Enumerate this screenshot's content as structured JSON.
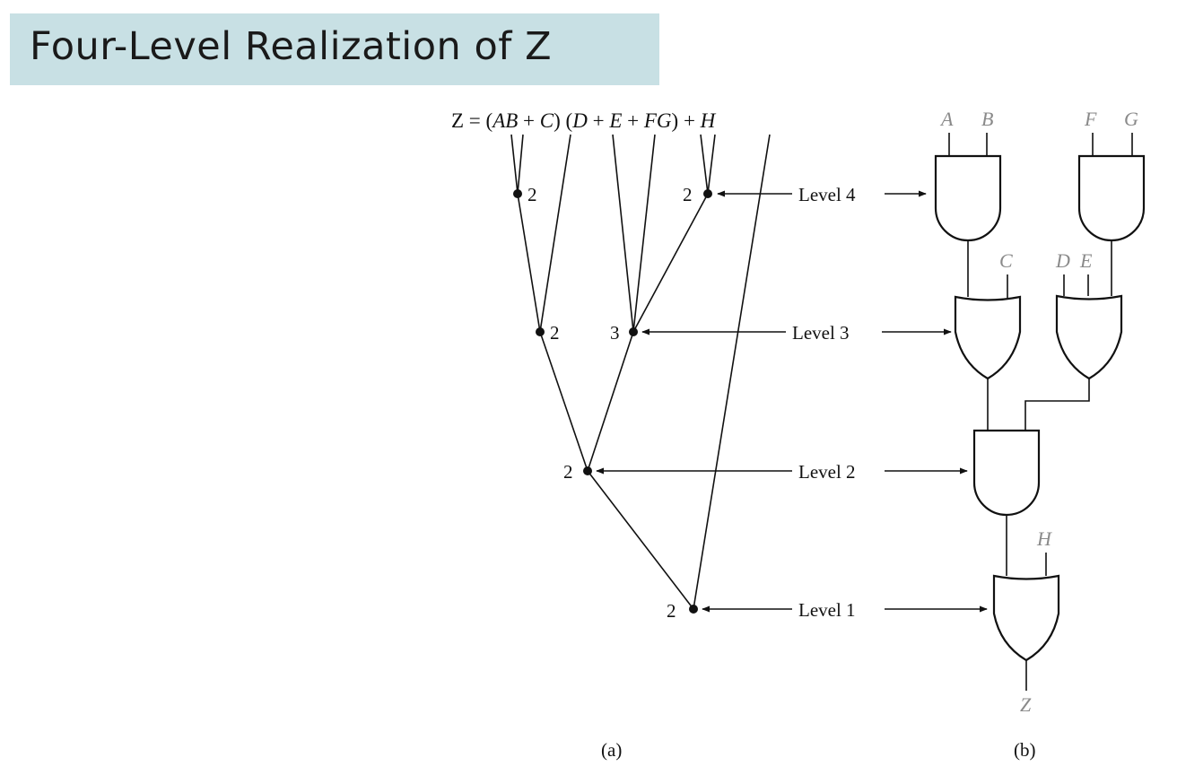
{
  "title": "Four-Level Realization of Z",
  "equation": {
    "z_eq": "Z = (",
    "ab": "AB",
    "plus_c": " + ",
    "c": "C",
    "mid": ") (",
    "d": "D",
    "p1": " + ",
    "e": "E",
    "p2": " + ",
    "fg": "FG",
    "close": ") + ",
    "h": "H"
  },
  "tree_nodes": {
    "n_ab": "2",
    "n_fg": "2",
    "n_abc": "2",
    "n_defg": "3",
    "n_l2": "2",
    "n_l1": "2"
  },
  "levels": {
    "l4": "Level 4",
    "l3": "Level 3",
    "l2": "Level 2",
    "l1": "Level 1"
  },
  "inputs": {
    "a": "A",
    "b": "B",
    "f": "F",
    "g": "G",
    "c": "C",
    "d": "D",
    "e": "E",
    "h": "H",
    "z": "Z"
  },
  "captions": {
    "a": "(a)",
    "b": "(b)"
  }
}
